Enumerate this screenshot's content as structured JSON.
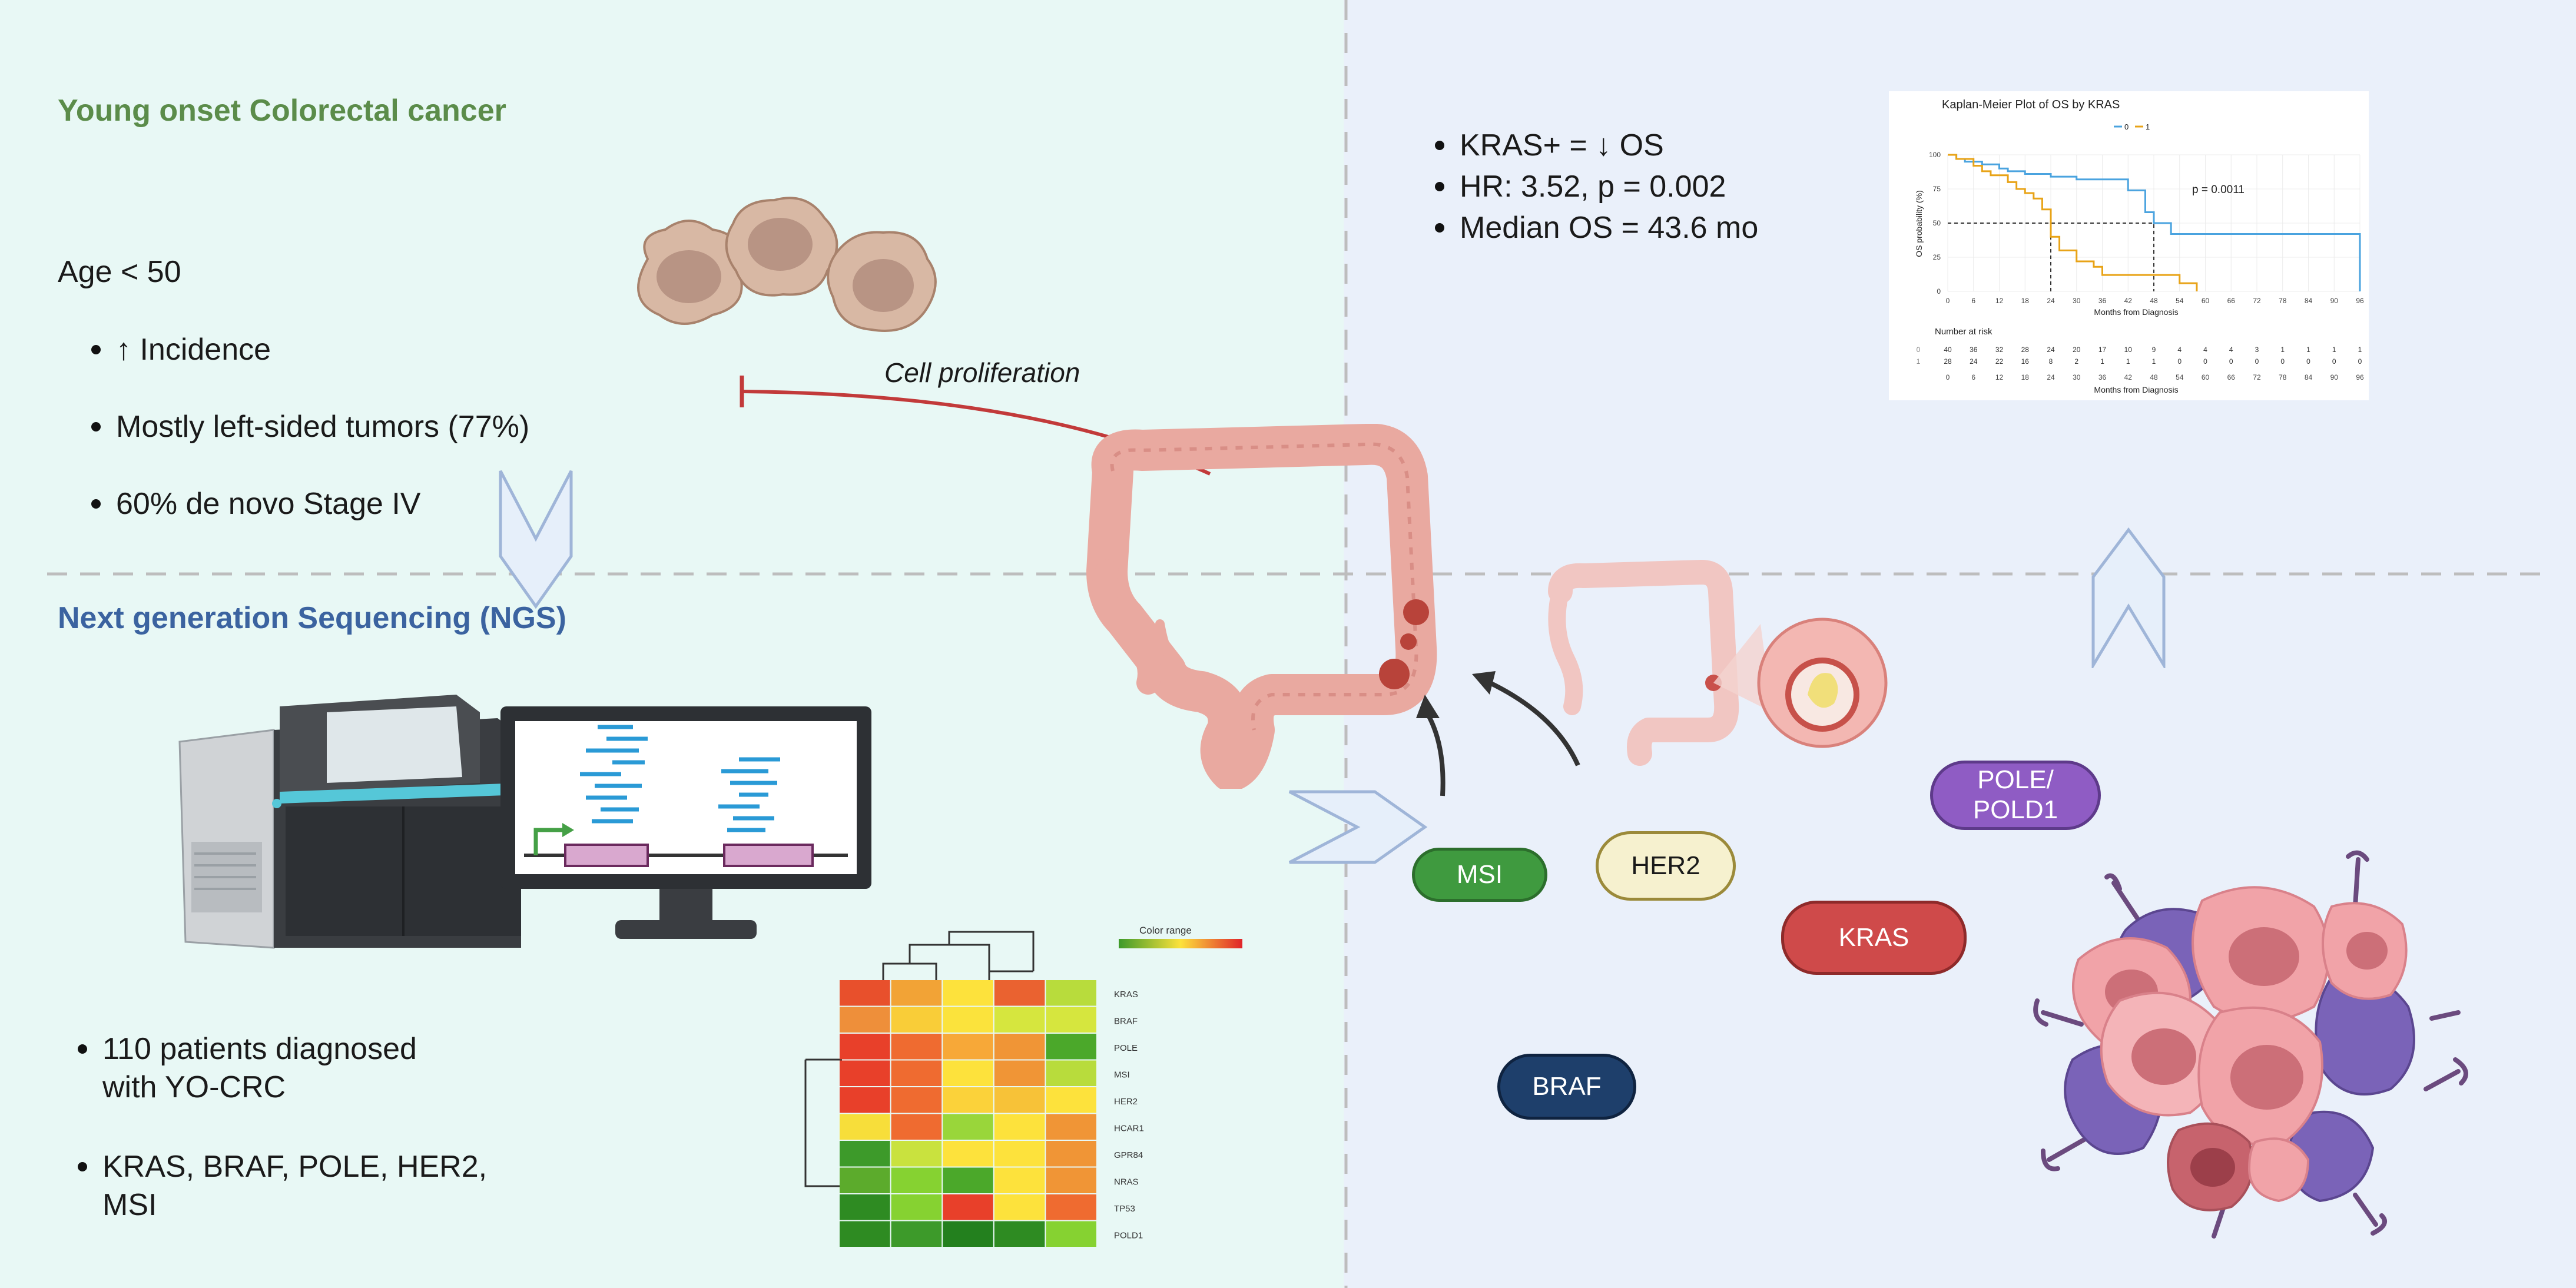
{
  "colors": {
    "left_bg": "#e8f8f5",
    "right_bg": "#eaf0fa",
    "green_title": "#5b8c4a",
    "blue_title": "#3b63a0",
    "msi": "#3f9a3f",
    "her2": "#f6f1cf",
    "kras": "#cf4a4a",
    "braf": "#1e3f6b",
    "pole": "#8f5cc4",
    "km_series_0": "#4aa3df",
    "km_series_1": "#e8a317"
  },
  "left_top": {
    "title": "Young onset Colorectal cancer",
    "age": "Age < 50",
    "bullets": [
      "↑ Incidence",
      "Mostly left-sided tumors (77%)",
      "60% de novo Stage IV"
    ]
  },
  "left_bottom": {
    "title": "Next generation Sequencing (NGS)",
    "bullets": [
      [
        "110 patients diagnosed",
        "with YO-CRC"
      ],
      [
        "KRAS, BRAF, POLE, HER2,",
        "MSI"
      ]
    ]
  },
  "arrow_label": "Cell proliferation",
  "right_top": {
    "bullets": [
      "KRAS+ = ↓ OS",
      "HR: 3.52, p = 0.002",
      "Median OS = 43.6 mo"
    ]
  },
  "pills": {
    "msi": "MSI",
    "her2": "HER2",
    "kras": "KRAS",
    "braf": "BRAF",
    "pole_line1": "POLE/",
    "pole_line2": "POLD1"
  },
  "heatmap": {
    "legend_title": "Color range",
    "genes": [
      "KRAS",
      "BRAF",
      "POLE",
      "MSI",
      "HER2",
      "HCAR1",
      "GPR84",
      "NRAS",
      "TP53",
      "POLD1"
    ],
    "cells": [
      [
        "#e8502c",
        "#f2a336",
        "#fde23c",
        "#ea6230",
        "#b8dc3c"
      ],
      [
        "#ee8f3a",
        "#f9cd38",
        "#fbe33c",
        "#d6e63e",
        "#d6e63e"
      ],
      [
        "#e8402a",
        "#ef6b30",
        "#f7a838",
        "#f09536",
        "#4ba82a"
      ],
      [
        "#e8402a",
        "#ef6b30",
        "#fde23c",
        "#f09536",
        "#b8dc3c"
      ],
      [
        "#e8402a",
        "#ef6b30",
        "#fbd23a",
        "#f7c238",
        "#fde23c"
      ],
      [
        "#f7de3a",
        "#ef6b30",
        "#99d63a",
        "#fde23c",
        "#f09536"
      ],
      [
        "#3d9a2a",
        "#c9e23e",
        "#fde23c",
        "#fde23c",
        "#f09536"
      ],
      [
        "#5cab2c",
        "#86d231",
        "#4ba82a",
        "#fde23c",
        "#f09536"
      ],
      [
        "#2e8b22",
        "#86d231",
        "#e8402a",
        "#fde23c",
        "#ef6b30"
      ],
      [
        "#2e8b22",
        "#3d9a2a",
        "#23801e",
        "#2e8b22",
        "#86d231"
      ]
    ]
  },
  "km": {
    "title": "Kaplan-Meier Plot of OS by KRAS",
    "legend": [
      "0",
      "1"
    ],
    "ylabel": "OS probability (%)",
    "xlabel": "Months from Diagnosis",
    "pvalue": "p = 0.0011",
    "yticks": [
      "100",
      "75",
      "50",
      "25",
      "0"
    ],
    "xticks": [
      "0",
      "6",
      "12",
      "18",
      "24",
      "30",
      "36",
      "42",
      "48",
      "54",
      "60",
      "66",
      "72",
      "78",
      "84",
      "90",
      "96"
    ],
    "risk_title": "Number at risk",
    "risk_rows": [
      [
        "0",
        "40",
        "36",
        "32",
        "28",
        "24",
        "20",
        "17",
        "10",
        "9",
        "4",
        "4",
        "4",
        "3",
        "1",
        "1",
        "1",
        "1"
      ],
      [
        "1",
        "28",
        "24",
        "22",
        "16",
        "8",
        "2",
        "1",
        "1",
        "1",
        "0",
        "0",
        "0",
        "0",
        "0",
        "0",
        "0",
        "0"
      ]
    ],
    "risk_xticks": [
      "0",
      "6",
      "12",
      "18",
      "24",
      "30",
      "36",
      "42",
      "48",
      "54",
      "60",
      "66",
      "72",
      "78",
      "84",
      "90",
      "96"
    ],
    "risk_xlabel": "Months from Diagnosis"
  }
}
